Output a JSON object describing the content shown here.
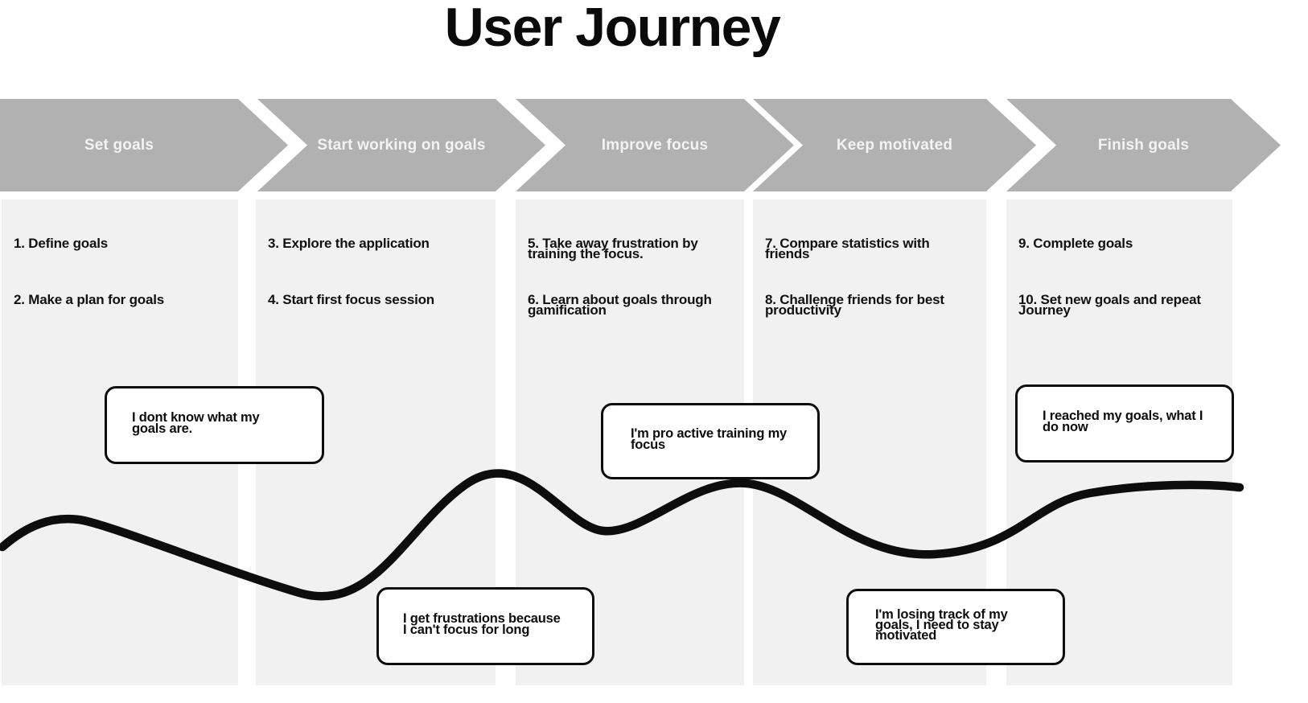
{
  "title": "User Journey",
  "colors": {
    "arrow_fill": "#b1b1b1",
    "arrow_text": "#f4f3f3",
    "column_bg": "#f1f1f1",
    "ink": "#0d0d0d"
  },
  "stages": [
    {
      "label": "Set goals",
      "steps": [
        "1. Define goals",
        "2. Make a plan for goals"
      ]
    },
    {
      "label": "Start working on goals",
      "steps": [
        "3. Explore the application",
        "4. Start first focus session"
      ]
    },
    {
      "label": "Improve focus",
      "steps": [
        "5. Take away frustration by training the focus.",
        "6. Learn about goals through gamification"
      ]
    },
    {
      "label": "Keep motivated",
      "steps": [
        "7. Compare statistics with friends",
        "8. Challenge friends for best productivity"
      ]
    },
    {
      "label": "Finish goals",
      "steps": [
        "9. Complete goals",
        "10. Set new goals and repeat Journey"
      ]
    }
  ],
  "quotes": [
    {
      "text": "I dont know what my goals are."
    },
    {
      "text": "I'm pro active training my focus"
    },
    {
      "text": "I reached my goals, what I do now"
    },
    {
      "text": "I get frustrations because I can't focus for long"
    },
    {
      "text": "I'm losing track of my goals, I need to stay motivated"
    }
  ]
}
